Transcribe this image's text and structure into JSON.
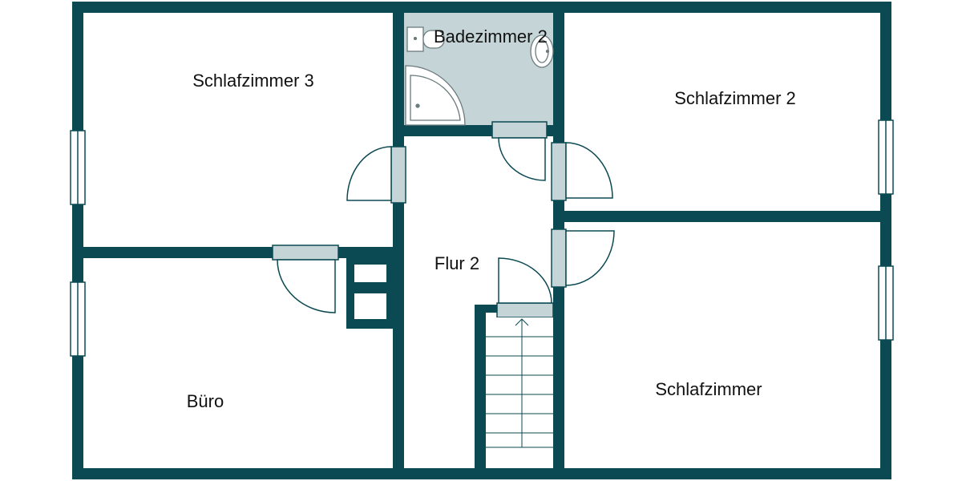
{
  "colors": {
    "wall": "#0b4a52",
    "bath_floor": "#c5d5d7",
    "door_frame": "#c5d5d7",
    "window": "#ffffff",
    "line": "#0b4a52",
    "background": "#ffffff"
  },
  "rooms": {
    "schlafzimmer_3": "Schlafzimmer 3",
    "badezimmer_2": "Badezimmer 2",
    "schlafzimmer_2": "Schlafzimmer 2",
    "flur_2": "Flur 2",
    "buero": "Büro",
    "schlafzimmer": "Schlafzimmer"
  }
}
